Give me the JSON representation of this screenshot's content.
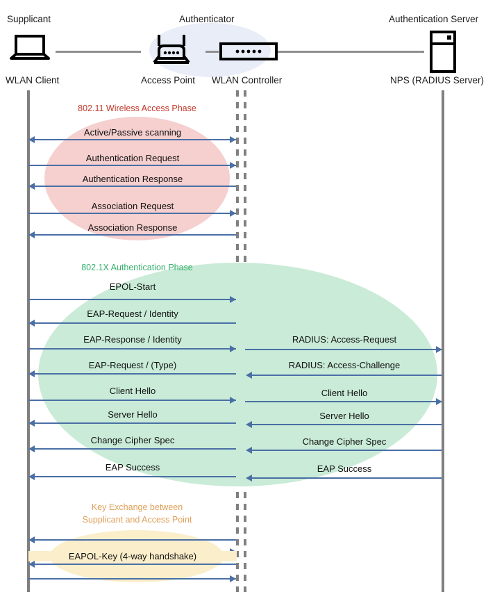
{
  "diagram": {
    "title": "802.1X / WPA2-Enterprise WLAN authentication sequence",
    "colors": {
      "lifeline": "#808080",
      "arrow": "#4a6fa5",
      "phase1_fill": "#f6cfcf",
      "phase1_text": "#c0392b",
      "phase2_fill": "#c9ebd7",
      "phase2_text": "#35b06b",
      "phase3_fill": "#fbeecb",
      "phase3_text": "#e0a05a",
      "halo": "#e8edf8",
      "connector": "#8f8f8f"
    }
  },
  "actors": [
    {
      "role": "Supplicant",
      "device": "WLAN Client",
      "icon": "laptop-icon"
    },
    {
      "role": "Authenticator",
      "device": "Access Point",
      "icon": "access-point-icon"
    },
    {
      "role": "",
      "device": "WLAN Controller",
      "icon": "wlan-controller-icon"
    },
    {
      "role": "Authentication Server",
      "device": "NPS (RADIUS Server)",
      "icon": "server-icon"
    }
  ],
  "phases": [
    {
      "id": "wireless-access",
      "title": "802.11 Wireless Access Phase",
      "messages": [
        {
          "label": "Active/Passive scanning",
          "direction": "both",
          "side": "left"
        },
        {
          "label": "Authentication Request",
          "direction": "right",
          "side": "left"
        },
        {
          "label": "Authentication Response",
          "direction": "left",
          "side": "left"
        },
        {
          "label": "Association Request",
          "direction": "right",
          "side": "left"
        },
        {
          "label": "Association Response",
          "direction": "left",
          "side": "left"
        }
      ]
    },
    {
      "id": "dot1x-authentication",
      "title": "802.1X Authentication Phase",
      "messages": [
        {
          "label": "EPOL-Start",
          "direction": "right",
          "side": "left"
        },
        {
          "label": "EAP-Request / Identity",
          "direction": "left",
          "side": "left"
        },
        {
          "label": "EAP-Response / Identity",
          "direction": "right",
          "side": "left"
        },
        {
          "label": "RADIUS: Access-Request",
          "direction": "right",
          "side": "right"
        },
        {
          "label": "EAP-Request / (Type)",
          "direction": "left",
          "side": "left"
        },
        {
          "label": "RADIUS: Access-Challenge",
          "direction": "left",
          "side": "right"
        },
        {
          "label": "Client Hello",
          "direction": "right",
          "side": "left"
        },
        {
          "label": "Client Hello",
          "direction": "right",
          "side": "right"
        },
        {
          "label": "Server Hello",
          "direction": "left",
          "side": "left"
        },
        {
          "label": "Server Hello",
          "direction": "left",
          "side": "right"
        },
        {
          "label": "Change Cipher Spec",
          "direction": "left",
          "side": "left"
        },
        {
          "label": "Change Cipher Spec",
          "direction": "left",
          "side": "right"
        },
        {
          "label": "EAP Success",
          "direction": "left",
          "side": "left"
        },
        {
          "label": "EAP Success",
          "direction": "left",
          "side": "right"
        }
      ]
    },
    {
      "id": "key-exchange",
      "title": "Key Exchange between\nSupplicant and Access Point",
      "messages": [
        {
          "label": "",
          "direction": "left",
          "side": "left"
        },
        {
          "label": "",
          "direction": "right",
          "side": "left"
        },
        {
          "label": "EAPOL-Key (4-way handshake)",
          "direction": "left",
          "side": "left"
        },
        {
          "label": "",
          "direction": "right",
          "side": "left"
        }
      ]
    }
  ]
}
